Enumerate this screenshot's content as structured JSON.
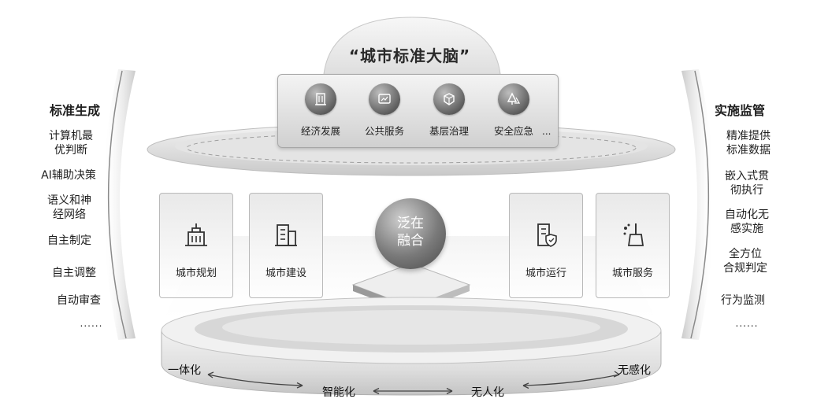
{
  "brain": {
    "title": "“城市标准大脑”",
    "items": [
      {
        "label": "经济发展",
        "icon": "building-icon"
      },
      {
        "label": "公共服务",
        "icon": "screen-chart-icon"
      },
      {
        "label": "基层治理",
        "icon": "shield-cube-icon"
      },
      {
        "label": "安全应急",
        "icon": "tree-alert-icon"
      }
    ],
    "more": "..."
  },
  "left": {
    "title": "标准生成",
    "items": [
      "计算机最\n优判断",
      "AI辅助决策",
      "语义和神\n经网络",
      "自主制定",
      "自主调整",
      "自动审查"
    ],
    "more": "......"
  },
  "right": {
    "title": "实施监管",
    "items": [
      "精准提供\n标准数据",
      "嵌入式贯\n彻执行",
      "自动化无\n感实施",
      "全方位\n合规判定",
      "行为监测"
    ],
    "more": "......"
  },
  "center": {
    "text": "泛在\n融合"
  },
  "cards": [
    {
      "label": "城市规划",
      "icon": "city-hall-icon"
    },
    {
      "label": "城市建设",
      "icon": "office-building-icon"
    },
    {
      "label": "城市运行",
      "icon": "building-shield-icon"
    },
    {
      "label": "城市服务",
      "icon": "cleaning-service-icon"
    }
  ],
  "bottom": [
    "一体化",
    "智能化",
    "无人化",
    "无感化"
  ]
}
